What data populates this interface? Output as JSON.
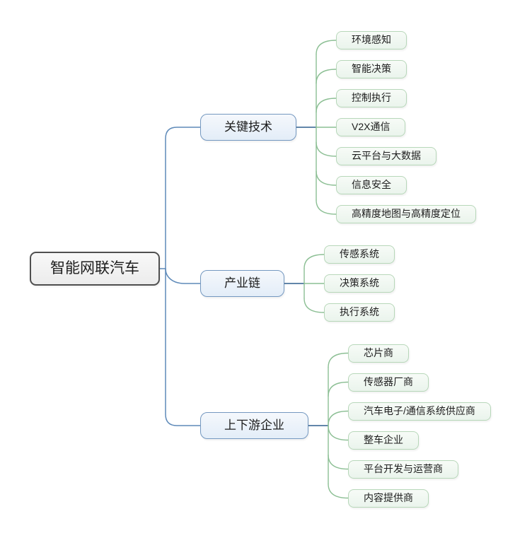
{
  "diagram": {
    "root": {
      "label": "智能网联汽车"
    },
    "branches": [
      {
        "label": "关键技术",
        "children": [
          {
            "label": "环境感知"
          },
          {
            "label": "智能决策"
          },
          {
            "label": "控制执行"
          },
          {
            "label": "V2X通信"
          },
          {
            "label": "云平台与大数据"
          },
          {
            "label": "信息安全"
          },
          {
            "label": "高精度地图与高精度定位"
          }
        ]
      },
      {
        "label": "产业链",
        "children": [
          {
            "label": "传感系统"
          },
          {
            "label": "决策系统"
          },
          {
            "label": "执行系统"
          }
        ]
      },
      {
        "label": "上下游企业",
        "children": [
          {
            "label": "芯片商"
          },
          {
            "label": "传感器厂商"
          },
          {
            "label": "汽车电子/通信系统供应商"
          },
          {
            "label": "整车企业"
          },
          {
            "label": "平台开发与运营商"
          },
          {
            "label": "内容提供商"
          }
        ]
      }
    ],
    "colors": {
      "background": "#ffffff",
      "text": "#1d1d1d",
      "root_border": "#4f4f4f",
      "branch_border": "#7498c0",
      "leaf_border": "#b7d7b9",
      "connector_blue": "#5e8ab9",
      "connector_navy": "#2e5e8e",
      "connector_green": "#8cbf94"
    }
  }
}
